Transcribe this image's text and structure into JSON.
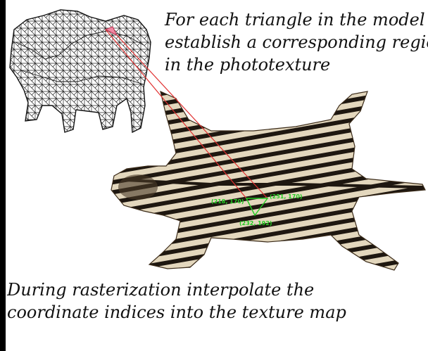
{
  "captions": {
    "top": [
      "For each triangle in the model",
      "establish a corresponding region",
      "in the phototexture"
    ],
    "bottom": [
      "During rasterization interpolate the",
      "coordinate indices into the texture map"
    ]
  },
  "triangle": {
    "labels": [
      "(218, 170)",
      "(251, 170)",
      "(232, 192)"
    ],
    "color": "#22cc22"
  },
  "colors": {
    "background": "#ffffff",
    "frame": "#000000",
    "connector": "#e03030",
    "mesh": "#222222",
    "zebra_base": "#e3d7bd",
    "zebra_stripe": "#1e1710"
  },
  "icons": {
    "mesh_model": "triceratops-wireframe",
    "texture": "zebra-skin-phototexture"
  }
}
